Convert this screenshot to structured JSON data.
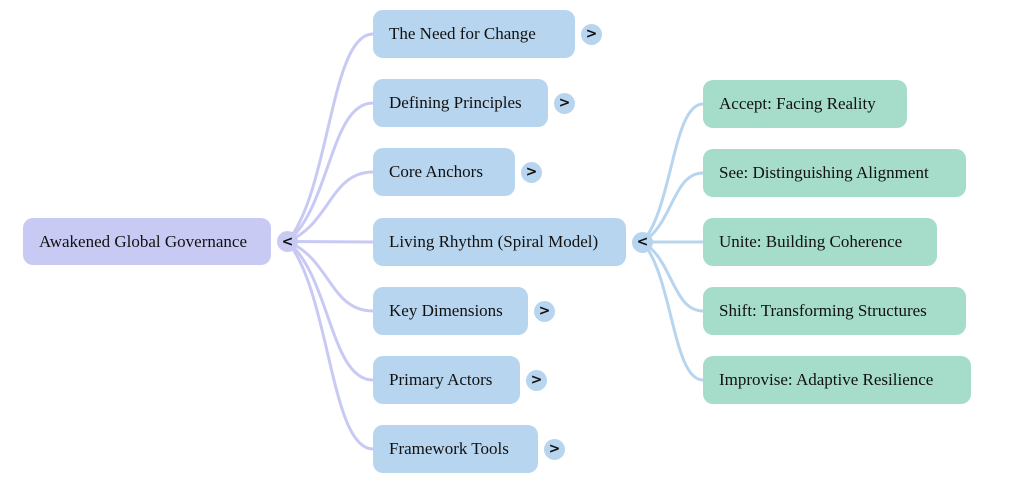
{
  "diagram": {
    "type": "mindmap",
    "root": {
      "label": "Awakened Global Governance",
      "toggle": "<"
    },
    "branches": [
      {
        "label": "The Need for Change",
        "toggle": ">"
      },
      {
        "label": "Defining Principles",
        "toggle": ">"
      },
      {
        "label": "Core Anchors",
        "toggle": ">"
      },
      {
        "label": "Living Rhythm (Spiral Model)",
        "toggle": "<"
      },
      {
        "label": "Key Dimensions",
        "toggle": ">"
      },
      {
        "label": "Primary Actors",
        "toggle": ">"
      },
      {
        "label": "Framework Tools",
        "toggle": ">"
      }
    ],
    "leaves": [
      {
        "label": "Accept: Facing Reality"
      },
      {
        "label": "See: Distinguishing Alignment"
      },
      {
        "label": "Unite: Building Coherence"
      },
      {
        "label": "Shift: Transforming Structures"
      },
      {
        "label": "Improvise: Adaptive Resilience"
      }
    ],
    "leaves_parent": "Living Rhythm (Spiral Model)",
    "colors": {
      "root_fill": "#c8caf4",
      "branch_fill": "#b7d5ee",
      "leaf_fill": "#a5dcca",
      "root_link": "#c8caf4",
      "branch_link": "#b7d5ee",
      "text": "#111111"
    }
  }
}
